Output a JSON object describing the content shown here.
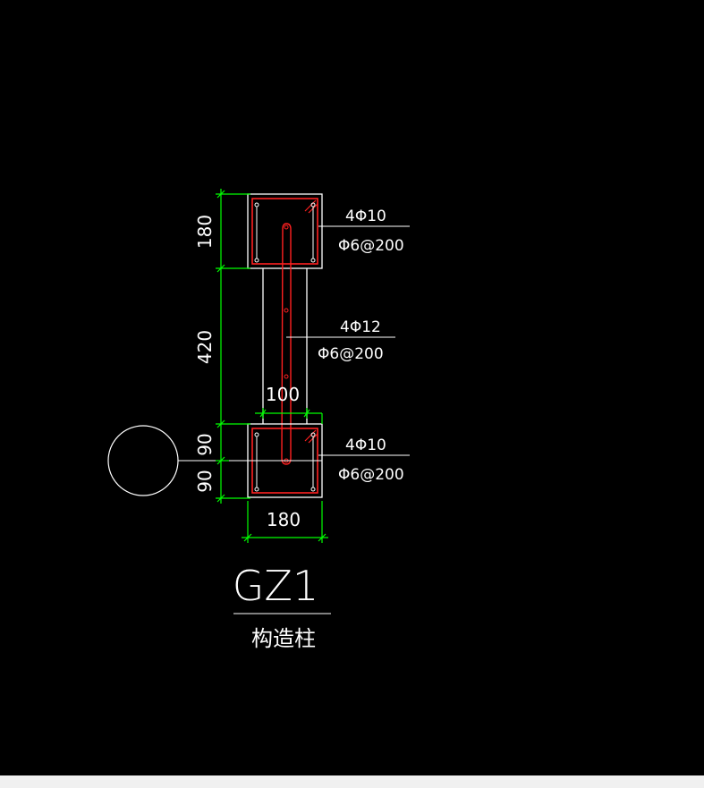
{
  "colors": {
    "background": "#000000",
    "outline": "#ffffff",
    "rebar": "#ff2020",
    "dimension": "#00ff00",
    "status_bar": "#f0f0f0"
  },
  "dimensions": {
    "top_section_height": "180",
    "web_height": "420",
    "bottom_upper": "90",
    "bottom_lower": "90",
    "web_width": "100",
    "total_width": "180"
  },
  "annotations": {
    "top_main_rebar": "4Φ10",
    "top_stirrup": "Φ6@200",
    "web_main_rebar": "4Φ12",
    "web_stirrup": "Φ6@200",
    "bottom_main_rebar": "4Φ10",
    "bottom_stirrup": "Φ6@200"
  },
  "title": {
    "code": "GZ1",
    "name": "构造柱"
  }
}
